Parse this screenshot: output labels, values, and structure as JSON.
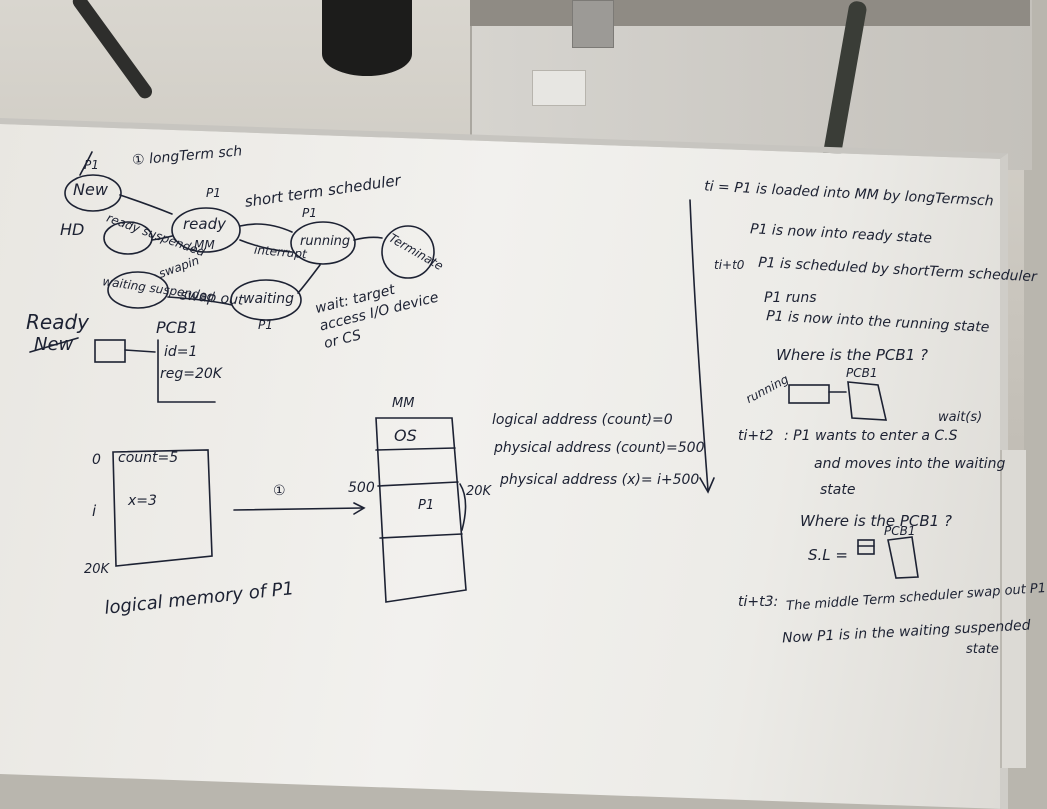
{
  "diagram": {
    "states": {
      "new": "New",
      "ready": "ready",
      "ready_sub": "MM",
      "running": "running",
      "terminated": "Terminate",
      "waiting": "waiting",
      "waiting_sub": "P1",
      "ready_suspended": "ready suspended",
      "waiting_suspended": "waiting suspended"
    },
    "labels": {
      "long_term": "① longTerm sch",
      "short_term": "short term scheduler",
      "interrupt": "interrupt",
      "swap_in": "swapin",
      "swap_out": "swap out",
      "hd": "HD",
      "wait_note": "wait: target access I/O device or CS",
      "p1_tags": [
        "P1",
        "P1",
        "P1"
      ],
      "ready_new": "Ready",
      "ready_new_struck": "New",
      "pcb_title": "PCB1",
      "pcb_id": "id=1",
      "pcb_reg": "reg=20K"
    }
  },
  "memory": {
    "offset0": "0",
    "offset_i": "i",
    "offset_end": "20K",
    "count": "count=5",
    "x": "x=3",
    "caption": "logical memory of P1",
    "arrow_label": "①",
    "mm_label": "MM",
    "os_label": "OS",
    "base": "500",
    "p1_block": "P1",
    "size": "20K",
    "logical_addr": "logical address (count)=0",
    "physical_addr": "physical address (count)=500",
    "physical_x": "physical address (x)= i+500"
  },
  "timeline": {
    "t_i": "ti = P1 is loaded into MM by longTermsch",
    "line2": "P1 is now into ready state",
    "t_i1_label": "ti+t0",
    "t_i1": "P1 is scheduled by shortTerm scheduler",
    "line4": "P1 runs",
    "line5": "P1 is now into the running state",
    "q1": "Where is the PCB1 ?",
    "running_label": "running",
    "pcb_label1": "PCB1",
    "wait_s": "wait(s)",
    "t_i2_label": "ti+t2",
    "t_i2": ": P1 wants to enter a C.S",
    "line8": "and moves into the waiting",
    "line9": "state",
    "q2": "Where is the PCB1 ?",
    "sl": "S.L =",
    "pcb_label2": "PCB1",
    "t_i3_label": "ti+t3:",
    "t_i3": "The middle Term scheduler swap out P1",
    "line11": "Now P1 is in the waiting suspended",
    "line12": "state"
  },
  "colors": {
    "ink": "#1d2233",
    "board": "#efeeea",
    "wall": "#cfccc5"
  }
}
